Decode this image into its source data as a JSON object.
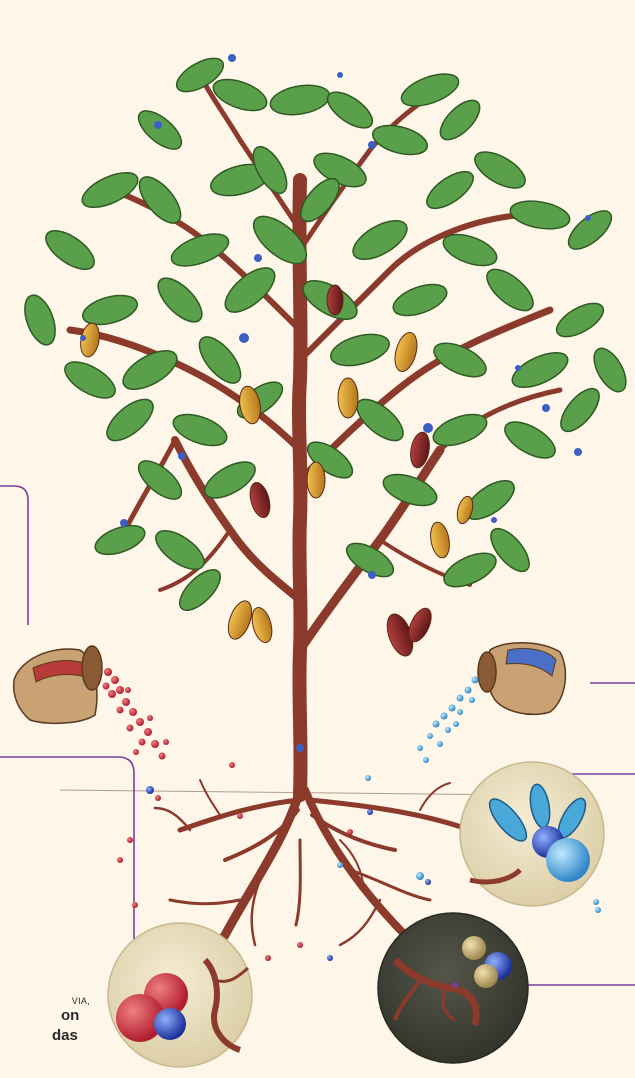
{
  "caption": {
    "line1": "VIA,",
    "line2": "on",
    "line3": "das"
  },
  "colors": {
    "background": "#fdf6e9",
    "callout_line": "#7b3fa0",
    "trunk": "#8b3a2c",
    "leaf": "#5aa04a",
    "pod_yellow": "#d79a2a",
    "pod_red": "#8a2a2a",
    "particle_blue": "#3c5fc4",
    "particle_red": "#c8304a"
  }
}
